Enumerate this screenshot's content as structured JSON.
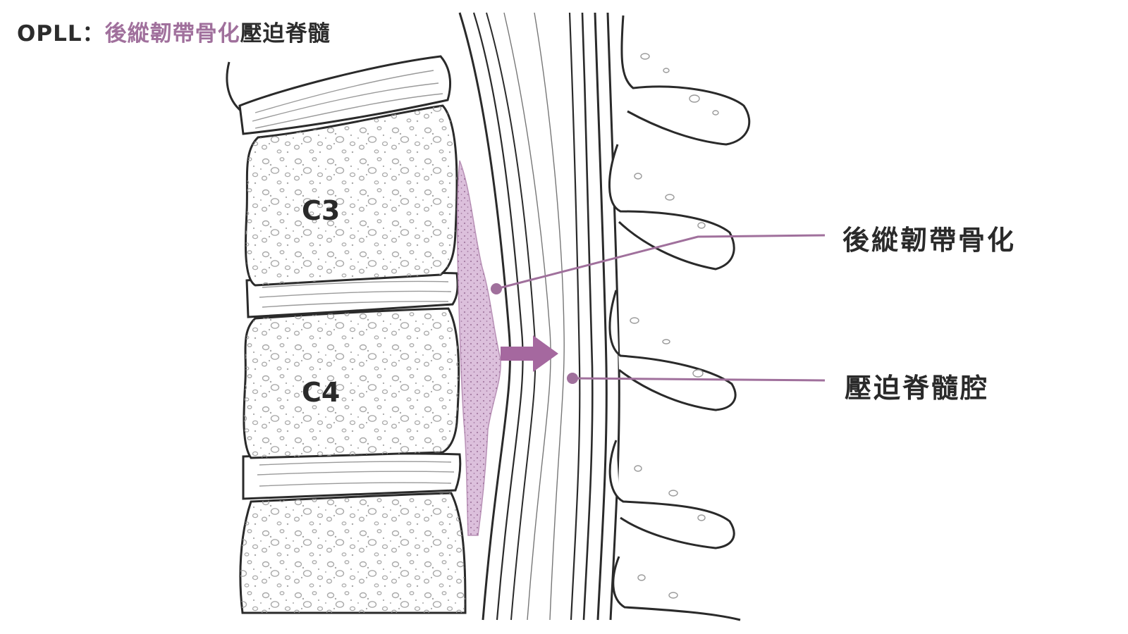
{
  "title": {
    "prefix": "OPLL：",
    "highlight": "後縱韌帶骨化",
    "suffix": "壓迫脊髓"
  },
  "vertebra_labels": {
    "c3": "C3",
    "c4": "C4"
  },
  "callouts": {
    "ossification": "後縱韌帶骨化",
    "compression": "壓迫脊髓腔"
  },
  "icons": {
    "arrow": "compression-arrow-icon",
    "leader_dot": "leader-dot-icon"
  },
  "colors": {
    "accent": "#a0709c",
    "ossification_fill": "#dcc0dc",
    "ink": "#2a2a2a",
    "arrow": "#a5689f"
  }
}
